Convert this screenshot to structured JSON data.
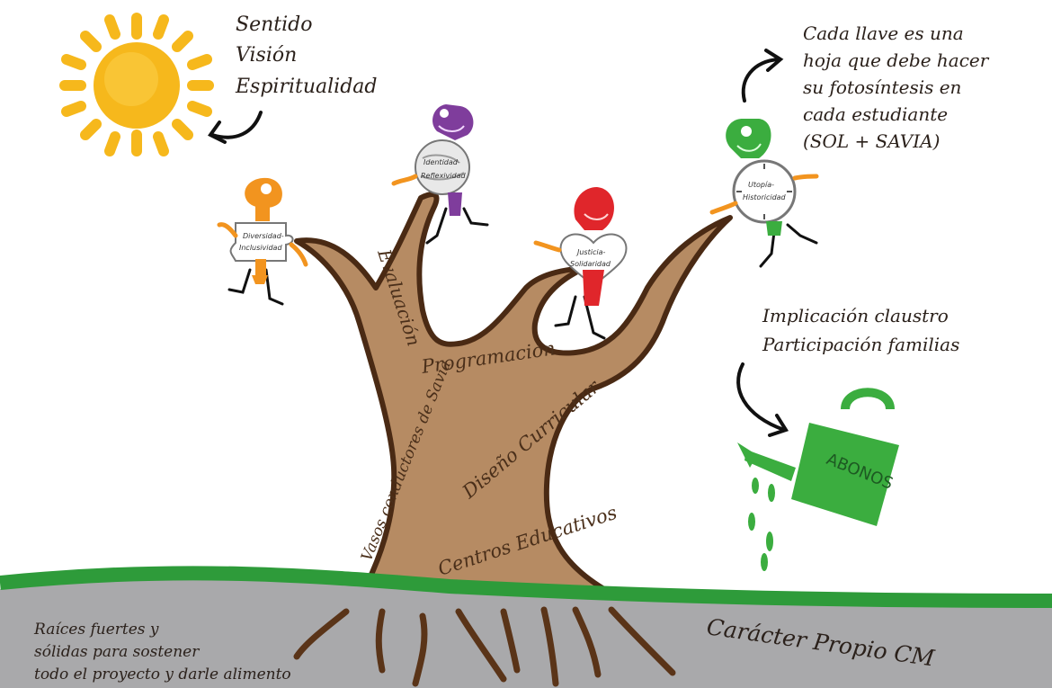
{
  "sun": {
    "lines": [
      "Sentido",
      "Visión",
      "Espiritualidad"
    ]
  },
  "keys_note": {
    "lines": [
      "Cada llave es una",
      "hoja que debe hacer",
      "su fotosíntesis en",
      "cada estudiante",
      "(SOL + SAVIA)"
    ]
  },
  "participation": {
    "lines": [
      "Implicación claustro",
      "Participación familias"
    ]
  },
  "watering_can": {
    "label": "ABONOS"
  },
  "trunk": {
    "evaluacion": "Evaluación",
    "programacion": "Programación",
    "diseno": "Diseño Curricular",
    "vasos": "Vasos conductores de Savia",
    "centros": "Centros Educativos"
  },
  "keys": [
    {
      "id": "orange",
      "label_top": "Diversidad-",
      "label_bottom": "Inclusividad"
    },
    {
      "id": "purple",
      "label_top": "Identidad-",
      "label_bottom": "Reflexividad"
    },
    {
      "id": "red",
      "label_top": "Justicia-",
      "label_bottom": "Solidaridad"
    },
    {
      "id": "green",
      "label_top": "Utopía-",
      "label_bottom": "Historicidad"
    }
  ],
  "roots": {
    "lines": [
      "Raíces fuertes y",
      "sólidas para sostener",
      "todo el proyecto y darle alimento"
    ]
  },
  "ground": {
    "label": "Carácter Propio CM"
  },
  "colors": {
    "trunk": "#b68b63",
    "trunk_outline": "#4a2a14",
    "ground": "#a9a9ab",
    "grass": "#2e9b3a",
    "sun": "#f6b81c",
    "orange": "#f2941f",
    "purple": "#7f3d9c",
    "red": "#e0262b",
    "green": "#3bad3f"
  }
}
